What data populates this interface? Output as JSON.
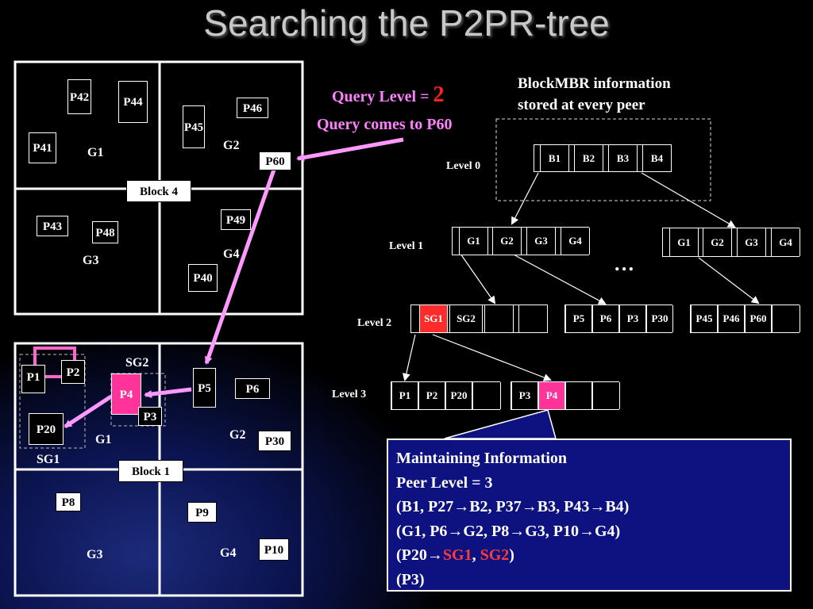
{
  "title": "Searching the P2PR-tree",
  "query": {
    "level_label": "Query Level = ",
    "level_value": "2",
    "comes_to": "Query comes to P60"
  },
  "blockmbr": {
    "line1": "BlockMBR information",
    "line2": "stored at every peer"
  },
  "block4": {
    "label": "Block 4",
    "peers": [
      "P42",
      "P44",
      "P45",
      "P46",
      "P41",
      "P60",
      "P43",
      "P48",
      "P49",
      "P40"
    ],
    "groups": [
      "G1",
      "G2",
      "G3",
      "G4"
    ]
  },
  "block1": {
    "label": "Block 1",
    "peers": [
      "P1",
      "P2",
      "P4",
      "P3",
      "P5",
      "P6",
      "P20",
      "P30",
      "P8",
      "P9",
      "P10"
    ],
    "groups": [
      "G1",
      "G2",
      "G3",
      "G4"
    ],
    "subgroups": [
      "SG1",
      "SG2"
    ]
  },
  "levels": {
    "l0": "Level 0",
    "l1": "Level 1",
    "l2": "Level 2",
    "l3": "Level 3"
  },
  "tree": {
    "level0": [
      "B1",
      "B2",
      "B3",
      "B4"
    ],
    "level1_left": [
      "G1",
      "G2",
      "G3",
      "G4"
    ],
    "level1_right": [
      "G1",
      "G2",
      "G3",
      "G4"
    ],
    "ellipsis": "…",
    "level2_a": [
      "SG1",
      "SG2"
    ],
    "level2_b": [
      "P5",
      "P6",
      "P3",
      "P30"
    ],
    "level2_c": [
      "P45",
      "P46",
      "P60"
    ],
    "level3_a": [
      "P1",
      "P2",
      "P20"
    ],
    "level3_b": [
      "P3",
      "P4"
    ]
  },
  "info": {
    "line1": "Maintaining Information",
    "line2": "Peer Level = 3",
    "line3": "(B1,  P27→B2, P37→B3, P43→B4)",
    "line4": "(G1, P6→G2, P8→G3,  P10→G4)",
    "line5_pre": "(P20→",
    "line5_sg1": "SG1",
    "line5_sep": ", ",
    "line5_sg2": "SG2",
    "line5_post": ")",
    "line6": "(P3)"
  },
  "colors": {
    "query_red": "#ff2020",
    "query_text": "#ff80ff",
    "highlight": "#ff3399",
    "arrow": "#ff99ff",
    "info_bg": "#0e1280"
  }
}
